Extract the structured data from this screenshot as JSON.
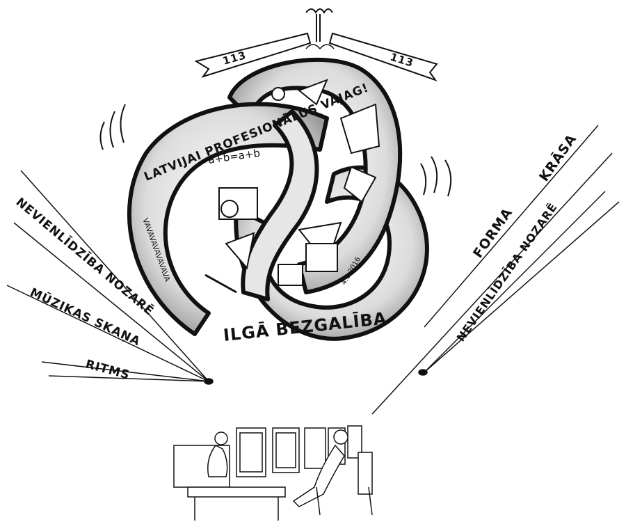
{
  "ribbons": {
    "left_number": "113",
    "right_number": "113"
  },
  "knot": {
    "motto": "LATVIJAI PROFESIONĀLUS VAJAG!",
    "formula": "a+b=a+b",
    "wave_pattern": "VAVAVAVAVAVAVA",
    "date": "4.3.2016",
    "title": "ILGĀ BEZGALĪBA"
  },
  "left_beams": {
    "line1": "NEVIENLĪDZĪBA NOZARĒ",
    "line2": "MŪZIKAS SKAŅA",
    "line3": "RITMS"
  },
  "right_beams": {
    "line1": "FORMA",
    "line2": "KRĀSA",
    "line3": "NEVIENLĪDZĪBA NOZARĒ"
  },
  "colors": {
    "ink": "#111111",
    "paper": "#ffffff",
    "shade": "#cfcfcf"
  }
}
